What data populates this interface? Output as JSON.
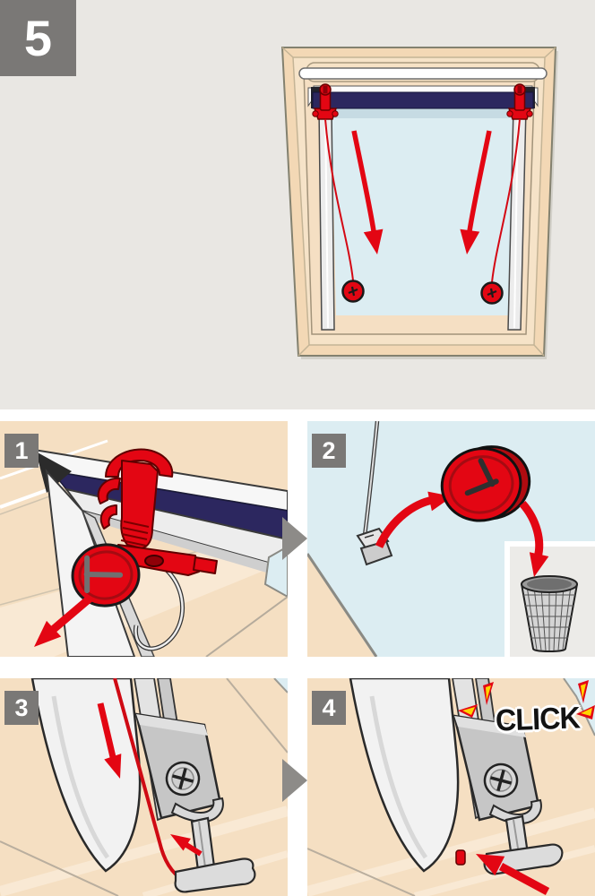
{
  "title": "Roof window blind installation manual page",
  "step": {
    "number": "5"
  },
  "panels": [
    {
      "number": "1",
      "description": "red transport clip and round cord knob on blind top bar, arrow pulling knob away"
    },
    {
      "number": "2",
      "description": "round red knob removed from cord end and thrown into waste basket"
    },
    {
      "number": "3",
      "description": "cord guided down along side rail into cleat hook at bottom bracket"
    },
    {
      "number": "4",
      "description": "cleat snapped into bottom bracket",
      "click_label": "CLICK"
    }
  ],
  "transition_arrows": [
    {
      "from": "1",
      "to": "2",
      "glyph": "right-triangle"
    },
    {
      "from": "3",
      "to": "4",
      "glyph": "right-triangle"
    }
  ],
  "colors": {
    "page_background": "#e9e7e3",
    "badge_gray": "#7a7876",
    "gap_arrow_gray": "#8d8b88",
    "accent_red": "#e30613",
    "navy_bar": "#2c275f",
    "beige_wood": "#f5dfc2",
    "glass_blue": "#dcedf2",
    "outline_dark": "#1a1a1a",
    "spark_yellow": "#ffd500"
  }
}
